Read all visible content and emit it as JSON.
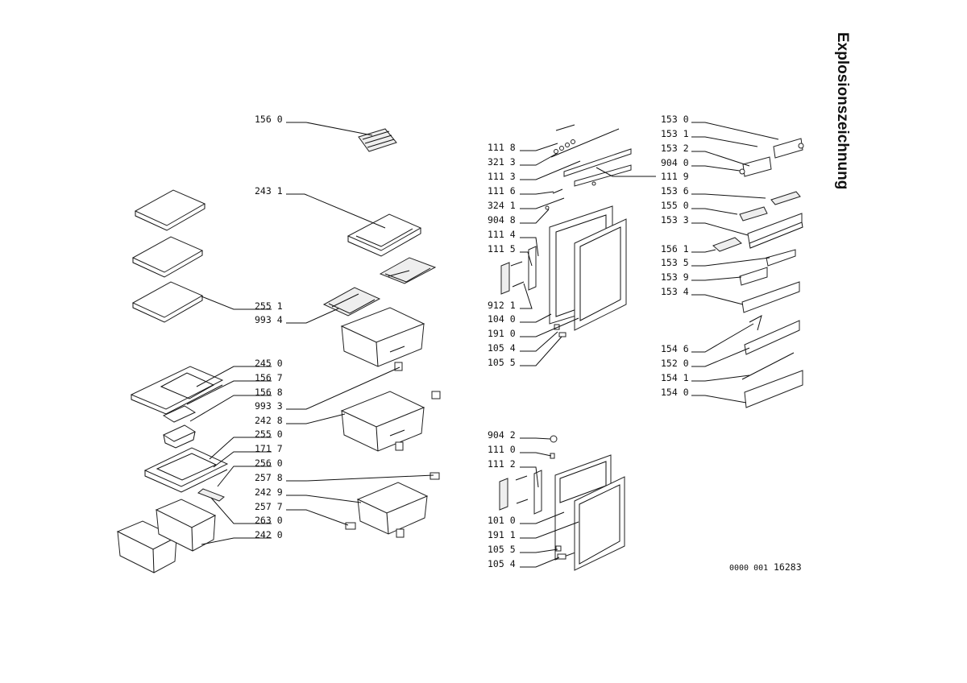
{
  "title": "Explosionszeichnung",
  "footer": {
    "doc_number": "0000 001",
    "drawing_number": "16283"
  },
  "left_labels": [
    "156 0",
    "243 1",
    "255 1",
    "993 4",
    "245 0",
    "156 7",
    "156 8",
    "993 3",
    "242 8",
    "255 0",
    "171 7",
    "256 0",
    "257 8",
    "242 9",
    "257 7",
    "263 0",
    "242 0"
  ],
  "middle_labels": [
    "111 8",
    "321 3",
    "111 3",
    "111 6",
    "324 1",
    "904 8",
    "111 4",
    "111 5",
    "912 1",
    "104 0",
    "191 0",
    "105 4",
    "105 5",
    "904 2",
    "111 0",
    "111 2",
    "101 0",
    "191 1",
    "105 5",
    "105 4"
  ],
  "right_labels": [
    "153 0",
    "153 1",
    "153 2",
    "904 0",
    "153 6",
    "155 0",
    "153 3",
    "156 1",
    "153 5",
    "153 9",
    "153 4",
    "154 6",
    "152 0",
    "154 1",
    "154 0"
  ],
  "extra_labels": [
    "111 9"
  ]
}
